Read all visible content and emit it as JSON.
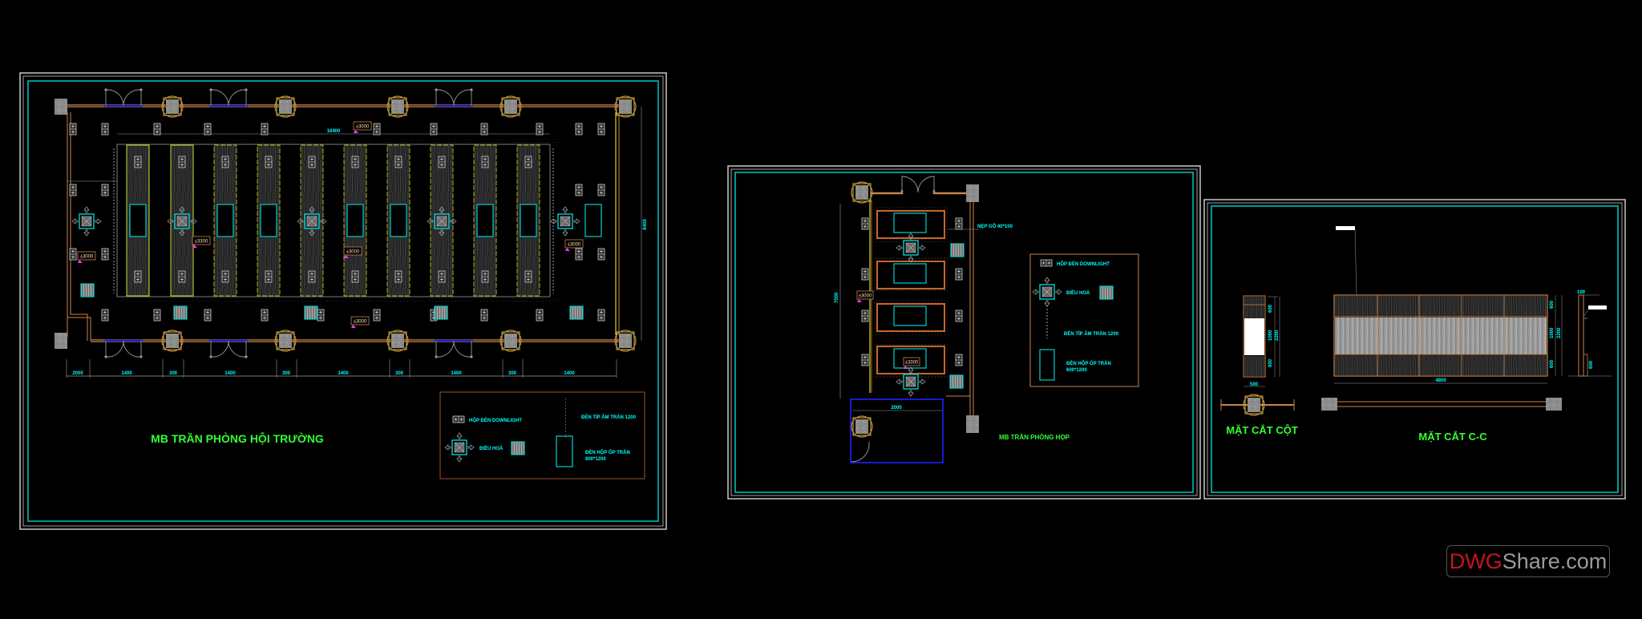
{
  "drawing": {
    "background": "#000000",
    "colors": {
      "frame_outer": "#c8c8c8",
      "frame_inner": "#00c8c8",
      "title_text": "#33ff33",
      "annotation_text": "#00ffff",
      "wall": "#c8844a",
      "column_fill": "#8a8a8a",
      "ceiling_strip_border": "#d8d820",
      "wood_texture": "#3a3a3a",
      "door_line": "#1a1acc",
      "elevation_marker_border": "#c8844a",
      "elevation_marker_flag": "#ff33ff"
    }
  },
  "panels": {
    "hall_plan": {
      "title": "MB TRẦN PHÒNG HỘI TRƯỜNG",
      "elevation_markers": [
        "±3000",
        "±3300",
        "±3000",
        "±3000",
        "±3000",
        "±3000"
      ],
      "dimensions_bottom": [
        "2000",
        "1400",
        "300",
        "1400",
        "300",
        "1400",
        "300",
        "1400",
        "300",
        "1400"
      ],
      "dim_top": "16400",
      "dim_right": "8400",
      "legend": {
        "downlight": "HỘP ĐÈN DOWNLIGHT",
        "ac": "ĐIỀU HOÀ",
        "tube_light": "ĐÈN TÍP ÂM TRẦN 1200",
        "panel_light_line1": "ĐÈN HỘP ỐP TRẦN",
        "panel_light_line2": "600*1200"
      }
    },
    "meeting_plan": {
      "title": "MB TRẦN PHÒNG HỌP",
      "callout": "NẸP GỖ 40*100",
      "elevation_markers": [
        "±3000",
        "±3300"
      ],
      "legend": {
        "downlight": "HỘP ĐÈN DOWNLIGHT",
        "ac": "ĐIỀU HOÀ",
        "tube_light": "ĐÈN TÍP ÂM TRẦN 1200",
        "panel_light_line1": "ĐÈN HỘP ỐP TRẦN",
        "panel_light_line2": "600*1200"
      }
    },
    "sections": {
      "column_title": "MẶT CẮT CỘT",
      "cc_title": "MẶT CẮT C-C"
    }
  },
  "watermark": {
    "brand_red": "DWG",
    "brand_gray": "Share.com"
  }
}
